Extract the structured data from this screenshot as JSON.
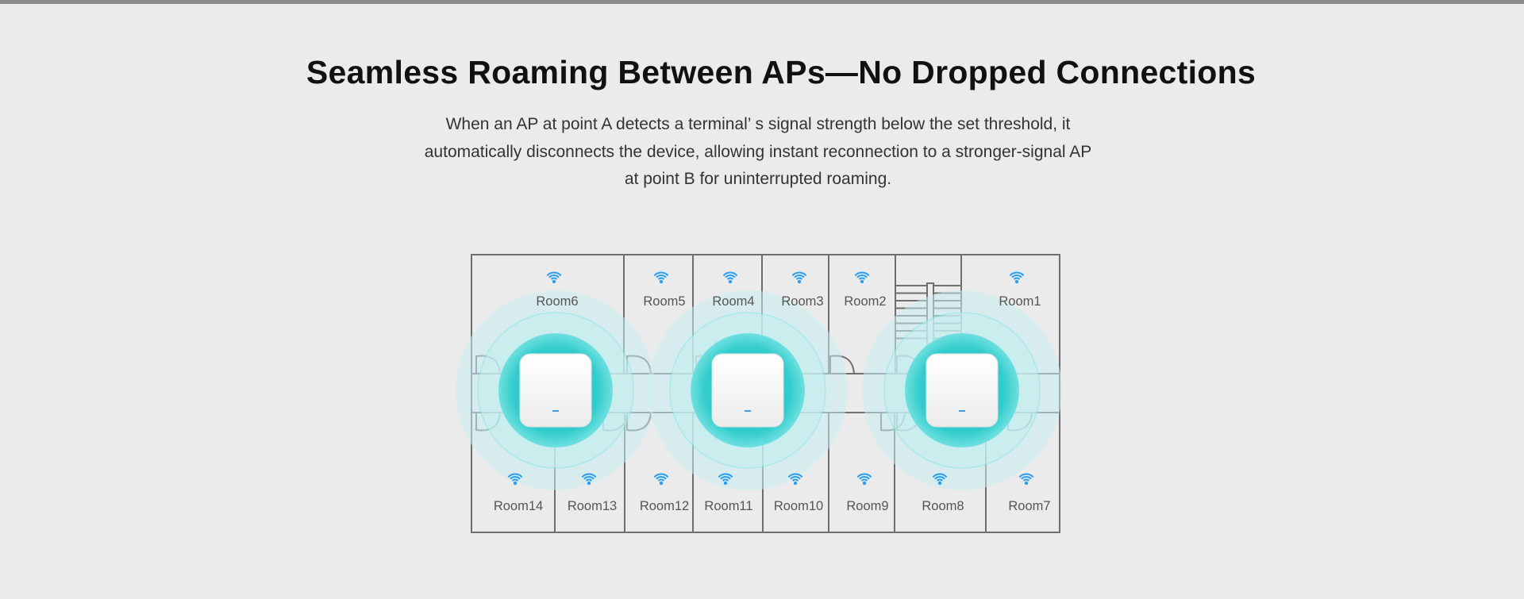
{
  "header": {
    "title": "Seamless Roaming Between APs—No Dropped Connections",
    "description_lines": [
      "When an AP at point A detects a terminal’ s signal strength below the set threshold, it",
      "automatically disconnects the device, allowing instant reconnection to a stronger-signal AP",
      "at point B for uninterrupted roaming."
    ]
  },
  "floor_plan": {
    "rooms_top": [
      "Room6",
      "Room5",
      "Room4",
      "Room3",
      "Room2",
      "Room1"
    ],
    "rooms_bottom": [
      "Room14",
      "Room13",
      "Room12",
      "Room11",
      "Room10",
      "Room9",
      "Room8",
      "Room7"
    ],
    "access_point_count": 3,
    "icon": "wifi-icon",
    "colors": {
      "wall": "#6e6e6e",
      "coverage": "#3fd0d0",
      "wifi": "#2a9df4",
      "background": "#ebebeb"
    }
  }
}
